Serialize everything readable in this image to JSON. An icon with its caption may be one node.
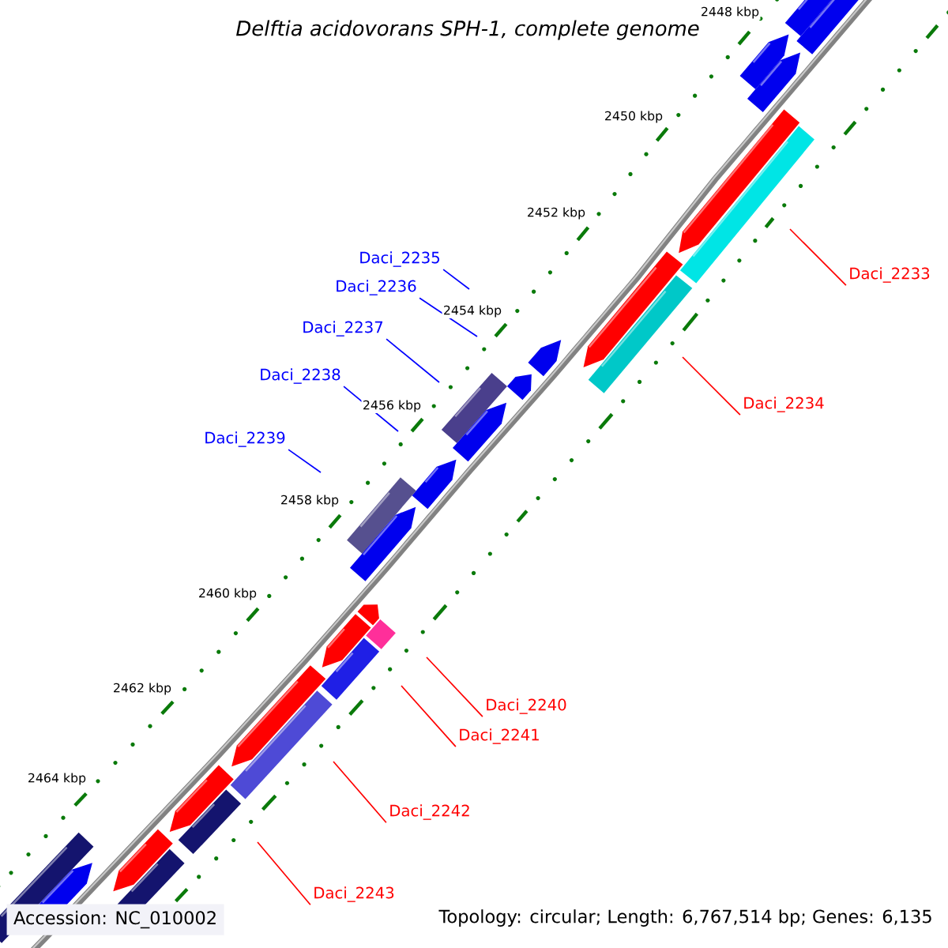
{
  "diagram": {
    "title": "Delftia acidovorans SPH-1, complete genome",
    "nodes": [
      {
        "text": [
          "Daci_2235"
        ]
      },
      {
        "text": [
          "Daci_2233"
        ]
      },
      {
        "text": [
          "Daci_2236"
        ]
      },
      {
        "text": [
          "Daci_2237"
        ]
      },
      {
        "text": [
          "Daci_2238"
        ]
      },
      {
        "text": [
          "Daci_2234"
        ]
      },
      {
        "text": [
          "Daci_2239"
        ]
      },
      {
        "text": [
          "Daci_2240"
        ]
      },
      {
        "text": [
          "Daci_2241"
        ]
      },
      {
        "text": [
          "Daci_2242"
        ]
      },
      {
        "text": [
          "Daci_2243"
        ]
      }
    ],
    "edges": [
      {
        "from": 0,
        "to": null,
        "arrow": "none",
        "color": "#0000ff"
      },
      {
        "from": 1,
        "to": null,
        "arrow": "none"
      },
      {
        "from": 2,
        "to": null,
        "arrow": "none",
        "color": "#0000ff"
      },
      {
        "from": 3,
        "to": null,
        "arrow": "none",
        "color": "#0000ff"
      },
      {
        "from": 4,
        "to": null,
        "arrow": "none",
        "color": "#0000ff"
      },
      {
        "from": 5,
        "to": null,
        "arrow": "none"
      },
      {
        "from": 6,
        "to": null,
        "arrow": "none",
        "color": "#0000ff"
      },
      {
        "from": 7,
        "to": null,
        "arrow": "none"
      },
      {
        "from": 8,
        "to": null,
        "arrow": "none"
      },
      {
        "from": 9,
        "to": null,
        "arrow": "none"
      },
      {
        "from": 10,
        "to": null,
        "arrow": "none"
      }
    ],
    "labels": [
      "2448 kbp",
      "2450 kbp",
      "2452 kbp",
      "2454 kbp",
      "2456 kbp",
      "2458 kbp",
      "2460 kbp",
      "2462 kbp",
      "2464 kbp",
      "Accession: NC_010002",
      "Topology: circular; Length: 6,767,514 bp; Genes: 6,135"
    ]
  }
}
